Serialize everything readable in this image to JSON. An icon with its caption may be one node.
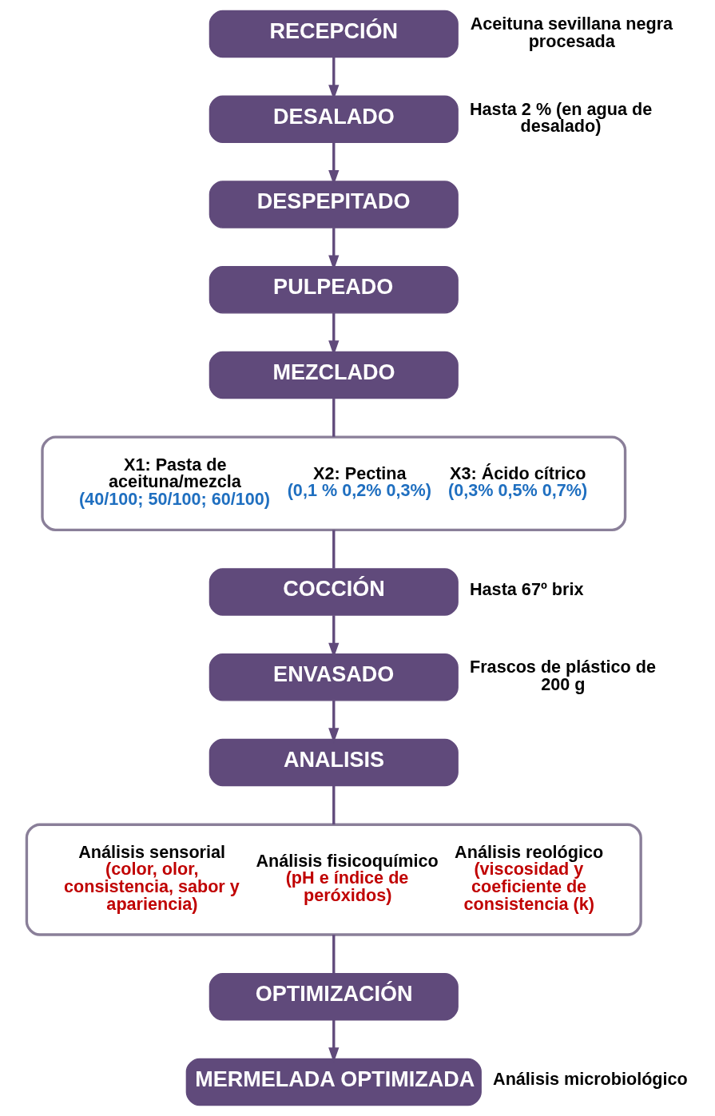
{
  "diagram": {
    "nodes": [
      {
        "text": [
          "RECEPCIÓN"
        ],
        "beside": [
          "Aceituna sevillana negra procesada"
        ]
      },
      {
        "text": [
          "DESALADO"
        ],
        "beside": [
          "Hasta 2 % (en agua de desalado)"
        ]
      },
      {
        "text": [
          "DESPEPITADO"
        ]
      },
      {
        "text": [
          "PULPEADO"
        ]
      },
      {
        "text": [
          "MEZCLADO"
        ]
      },
      {
        "text": [
          "X1: Pasta de aceituna/mezcla",
          "(40/100; 50/100; 60/100)",
          "X2: Pectina",
          "(0,1 % 0,2% 0,3%)",
          "X3: Ácido cítrico",
          "(0,3% 0,5% 0,7%)"
        ]
      },
      {
        "text": [
          "COCCIÓN"
        ],
        "beside": [
          "Hasta 67º brix"
        ]
      },
      {
        "text": [
          "ENVASADO"
        ],
        "beside": [
          "Frascos de plástico de 200 g"
        ]
      },
      {
        "text": [
          "ANALISIS"
        ]
      },
      {
        "text": [
          "Análisis sensorial",
          "(color, olor, consistencia, sabor y apariencia)",
          "Análisis fisicoquímico",
          "(pH e índice de peróxidos)",
          "Análisis reológico",
          "(viscosidad y coeficiente de consistencia (k)"
        ]
      },
      {
        "text": [
          "OPTIMIZACIÓN"
        ]
      },
      {
        "text": [
          "MERMELADA OPTIMIZADA"
        ],
        "beside": [
          "Análisis microbiológico"
        ]
      }
    ],
    "edges": [
      {
        "from": 0,
        "to": 1,
        "arrow": "to"
      },
      {
        "from": 1,
        "to": 2,
        "arrow": "to"
      },
      {
        "from": 2,
        "to": 3,
        "arrow": "to"
      },
      {
        "from": 3,
        "to": 4,
        "arrow": "to"
      },
      {
        "from": 4,
        "to": 5,
        "arrow": "none"
      },
      {
        "from": 5,
        "to": 6,
        "arrow": "none"
      },
      {
        "from": 6,
        "to": 7,
        "arrow": "to"
      },
      {
        "from": 7,
        "to": 8,
        "arrow": "to"
      },
      {
        "from": 8,
        "to": 9,
        "arrow": "none"
      },
      {
        "from": 9,
        "to": 10,
        "arrow": "none"
      },
      {
        "from": 10,
        "to": 11,
        "arrow": "to"
      }
    ]
  }
}
